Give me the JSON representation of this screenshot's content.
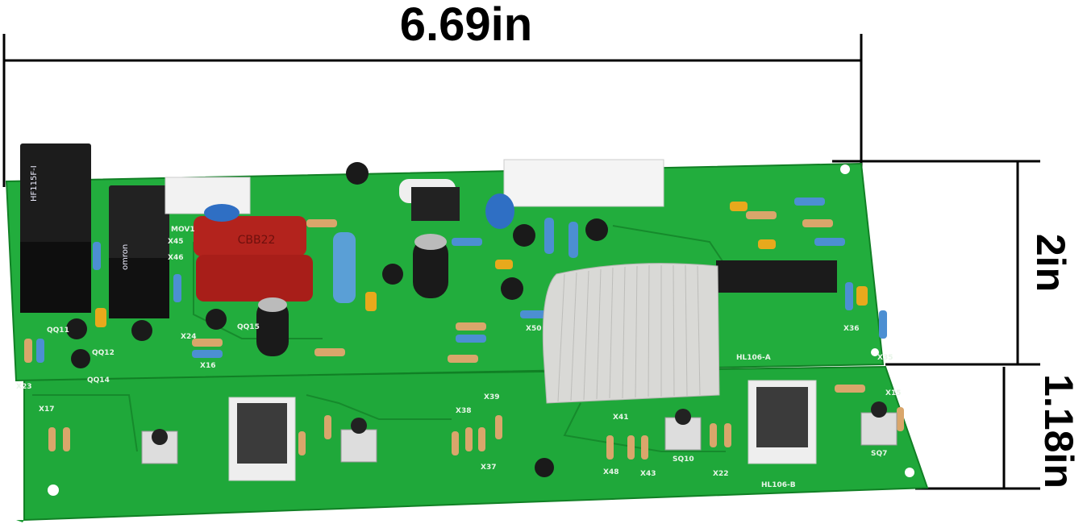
{
  "dimensions": {
    "width": "6.69in",
    "height_upper": "2in",
    "height_lower": "1.18in"
  },
  "board": {
    "upper_label": "HL106-A",
    "lower_label": "HL106-B",
    "relay1_text": "HF115F-I",
    "relay2_text": "omron",
    "capacitor_text": "CBB22",
    "silk_labels": [
      "MOV1",
      "X45",
      "X46",
      "QQ11",
      "QQ12",
      "QQ14",
      "X24",
      "QQ15",
      "X16",
      "X50",
      "X36",
      "X35",
      "X41",
      "SQ10",
      "X22",
      "X15",
      "SQ7",
      "X38",
      "X39",
      "X37",
      "X48",
      "X43",
      "X23",
      "X17"
    ]
  },
  "colors": {
    "pcb": "#1fa83a",
    "pcb_dark": "#168a2c",
    "relay": "#1c1c1c",
    "capacitor": "#b0201c",
    "ribbon": "#d9d9d6"
  }
}
